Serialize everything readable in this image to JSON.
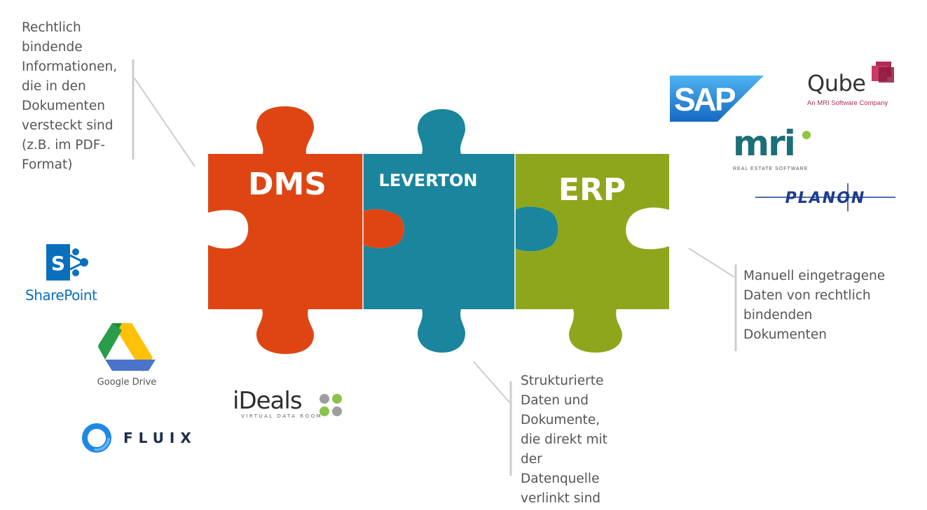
{
  "puzzle": {
    "left_label": "DMS",
    "middle_label": "LEVERTON",
    "right_label": "ERP",
    "colors": {
      "left": "#de4513",
      "middle": "#1a859d",
      "right": "#8ea61c"
    }
  },
  "notes": {
    "top_left": "Rechtlich\nbindende\nInformationen,\ndie in den\nDokumenten\nversteckt sind\n(z.B. im PDF-\nFormat)",
    "bottom_middle": "Strukturierte\nDaten und\nDokumente,\ndie direkt mit\nder\nDatenquelle\nverlinkt sind",
    "right": "Manuell eingetragene\nDaten von rechtlich\nbindenden\nDokumenten"
  },
  "logos": {
    "sharepoint": "SharePoint",
    "sharepoint_letter": "S",
    "google_drive": "Google Drive",
    "fluix": "FLUIX",
    "ideals": "iDeals",
    "ideals_sub": "VIRTUAL DATA ROOM",
    "sap": "SAP",
    "qube": "Qube",
    "qube_sub": "An MRI Software Company",
    "mri": "mri",
    "mri_sub": "REAL ESTATE SOFTWARE",
    "planon": "PLANON"
  }
}
